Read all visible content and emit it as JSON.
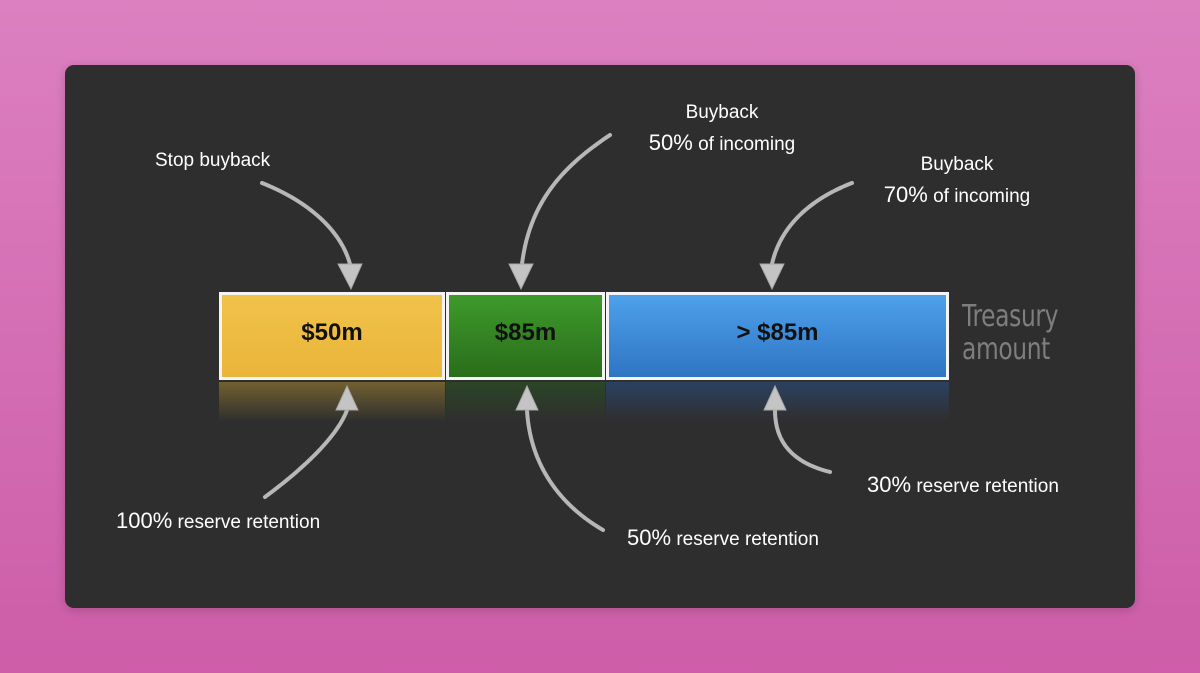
{
  "segments": [
    {
      "label": "$50m",
      "color": "#f1c24a"
    },
    {
      "label": "$85m",
      "color": "#2f7d20"
    },
    {
      "label": "> $85m",
      "color": "#3f8ad8"
    }
  ],
  "axis_label": {
    "line1": "Treasury",
    "line2": "amount"
  },
  "top_annotations": {
    "stop": {
      "line1": "Stop buyback"
    },
    "mid": {
      "line1": "Buyback",
      "pct": "50%",
      "rest": " of incoming"
    },
    "high": {
      "line1": "Buyback",
      "pct": "70%",
      "rest": " of incoming"
    }
  },
  "bottom_annotations": {
    "low": {
      "pct": "100%",
      "rest": " reserve retention"
    },
    "mid": {
      "pct": "50%",
      "rest": " reserve retention"
    },
    "high": {
      "pct": "30%",
      "rest": " reserve retention"
    }
  },
  "colors": {
    "background": "#d46fb5",
    "panel": "#2e2e2e",
    "arrow": "#bfbfbf",
    "axis_label": "#7e7e7e"
  }
}
